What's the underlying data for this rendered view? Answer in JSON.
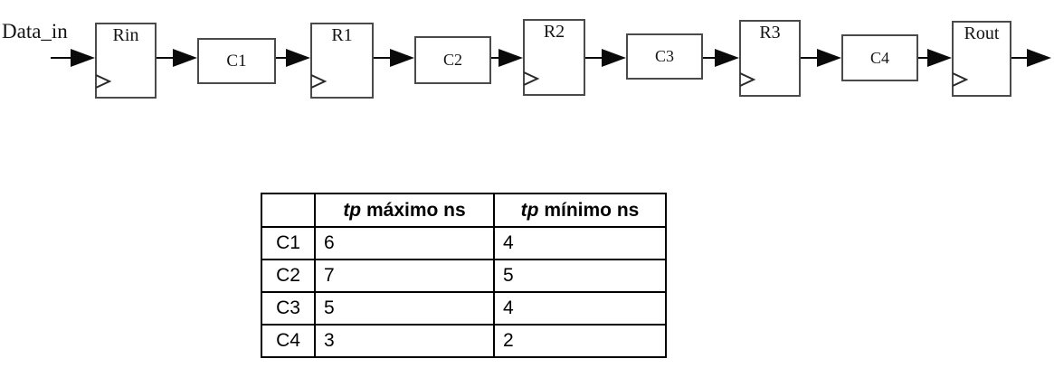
{
  "diagram": {
    "input_label": "Data_in",
    "registers": [
      {
        "label": "Rin"
      },
      {
        "label": "R1"
      },
      {
        "label": "R2"
      },
      {
        "label": "R3"
      },
      {
        "label": "Rout"
      }
    ],
    "comb_blocks": [
      {
        "label": "C1"
      },
      {
        "label": "C2"
      },
      {
        "label": "C3"
      },
      {
        "label": "C4"
      }
    ],
    "colors": {
      "box_border": "#4a4a4a",
      "arrow": "#0a0a0a",
      "text": "#141414"
    }
  },
  "table": {
    "headers": {
      "col1": "",
      "col2": {
        "italic": "tp",
        "text": " máximo ns"
      },
      "col3": {
        "italic": "tp",
        "text": " mínimo ns"
      }
    },
    "rows": [
      {
        "label": "C1",
        "tp_max": "6",
        "tp_min": "4"
      },
      {
        "label": "C2",
        "tp_max": "7",
        "tp_min": "5"
      },
      {
        "label": "C3",
        "tp_max": "5",
        "tp_min": "4"
      },
      {
        "label": "C4",
        "tp_max": "3",
        "tp_min": "2"
      }
    ]
  }
}
